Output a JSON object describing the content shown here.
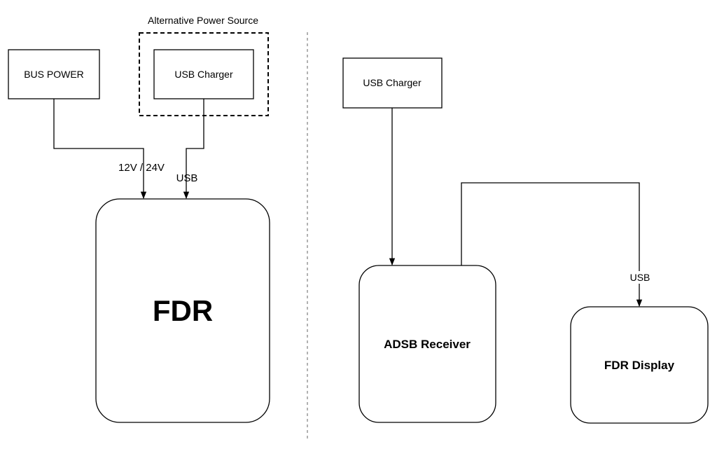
{
  "left": {
    "alt_group_label": "Alternative Power Source",
    "bus_power_label": "BUS POWER",
    "usb_charger_label": "USB Charger",
    "edge_power_label": "12V / 24V",
    "edge_usb_label": "USB",
    "fdr_label": "FDR"
  },
  "right": {
    "usb_charger_label": "USB Charger",
    "adsb_label": "ADSB Receiver",
    "edge_usb_label": "USB",
    "fdr_display_label": "FDR Display"
  },
  "colors": {
    "stroke": "#000000",
    "background": "#ffffff",
    "divider": "#888888"
  }
}
